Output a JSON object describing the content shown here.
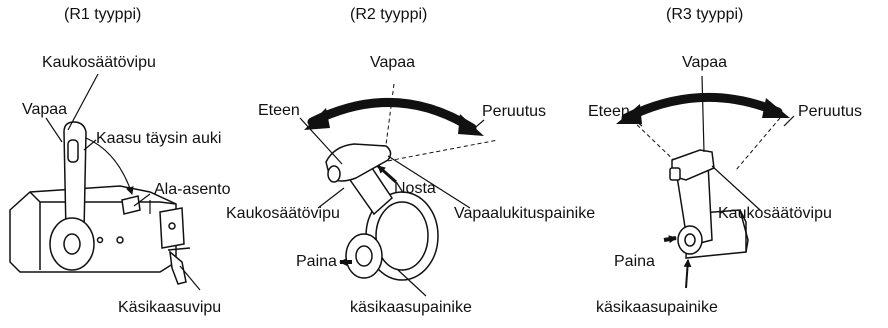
{
  "colors": {
    "ink": "#111111",
    "paper": "#ffffff",
    "shade": "#d9d9d9"
  },
  "r1": {
    "title": "(R1 tyyppi)",
    "remote_lever": "Kaukosäätövipu",
    "neutral": "Vapaa",
    "full_throttle": "Kaasu täysin auki",
    "low_position": "Ala-asento",
    "hand_throttle_lever": "Käsikaasuvipu"
  },
  "r2": {
    "title": "(R2 tyyppi)",
    "neutral": "Vapaa",
    "forward": "Eteen",
    "reverse": "Peruutus",
    "lift": "Nosta",
    "remote_lever": "Kaukosäätövipu",
    "neutral_lock_button": "Vapaalukituspainike",
    "push": "Paina",
    "hand_throttle_button": "käsikaasupainike"
  },
  "r3": {
    "title": "(R3 tyyppi)",
    "neutral": "Vapaa",
    "forward": "Eteen",
    "reverse": "Peruutus",
    "remote_lever": "Kaukosäätövipu",
    "push": "Paina",
    "hand_throttle_button": "käsikaasupainike"
  }
}
